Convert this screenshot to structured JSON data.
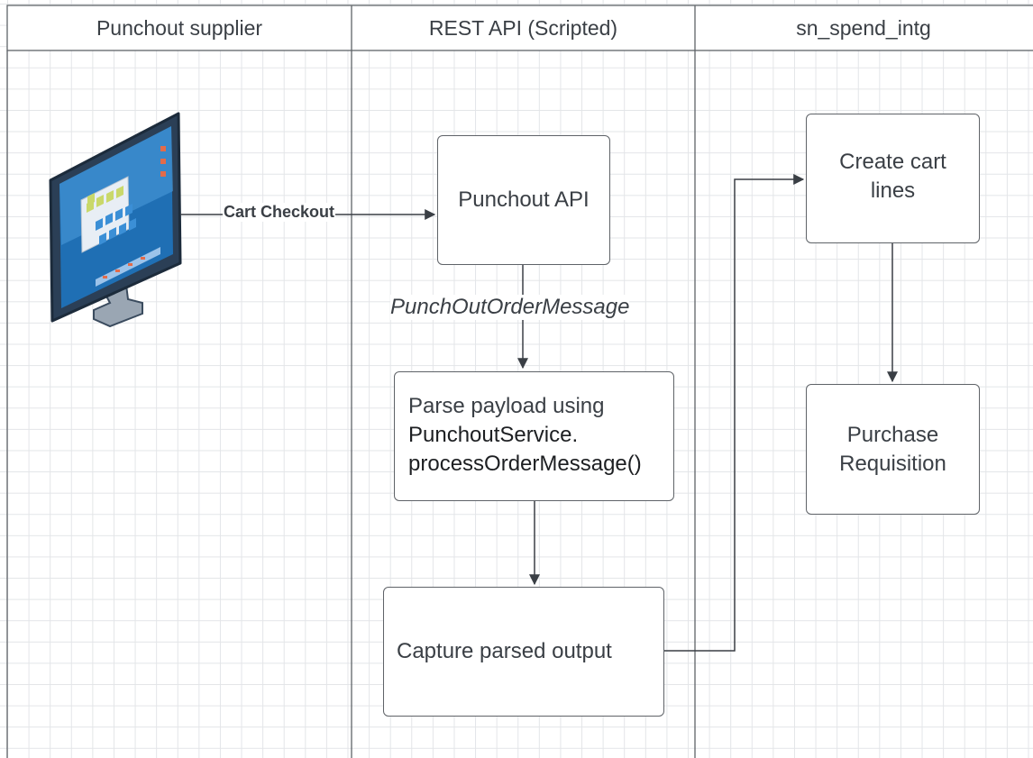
{
  "lanes": [
    {
      "label": "Punchout supplier"
    },
    {
      "label": "REST API (Scripted)"
    },
    {
      "label": "sn_spend_intg"
    }
  ],
  "nodes": {
    "punchout_api": "Punchout API",
    "parse_line1": "Parse payload using",
    "parse_line2": "PunchoutService.",
    "parse_line3": "processOrderMessage()",
    "capture": "Capture parsed output",
    "create_cart": "Create cart\nlines",
    "purchase_req": "Purchase\nRequisition"
  },
  "edges": {
    "cart_checkout": "Cart Checkout",
    "punchout_message": "PunchOutOrderMessage"
  },
  "icons": {
    "supplier": "computer-monitor-icon"
  },
  "colors": {
    "line": "#3a3f45",
    "grid": "#e3e5e8",
    "border": "#5f6368",
    "monitor_dark": "#2b3f56",
    "monitor_screen": "#1f6fb4"
  }
}
